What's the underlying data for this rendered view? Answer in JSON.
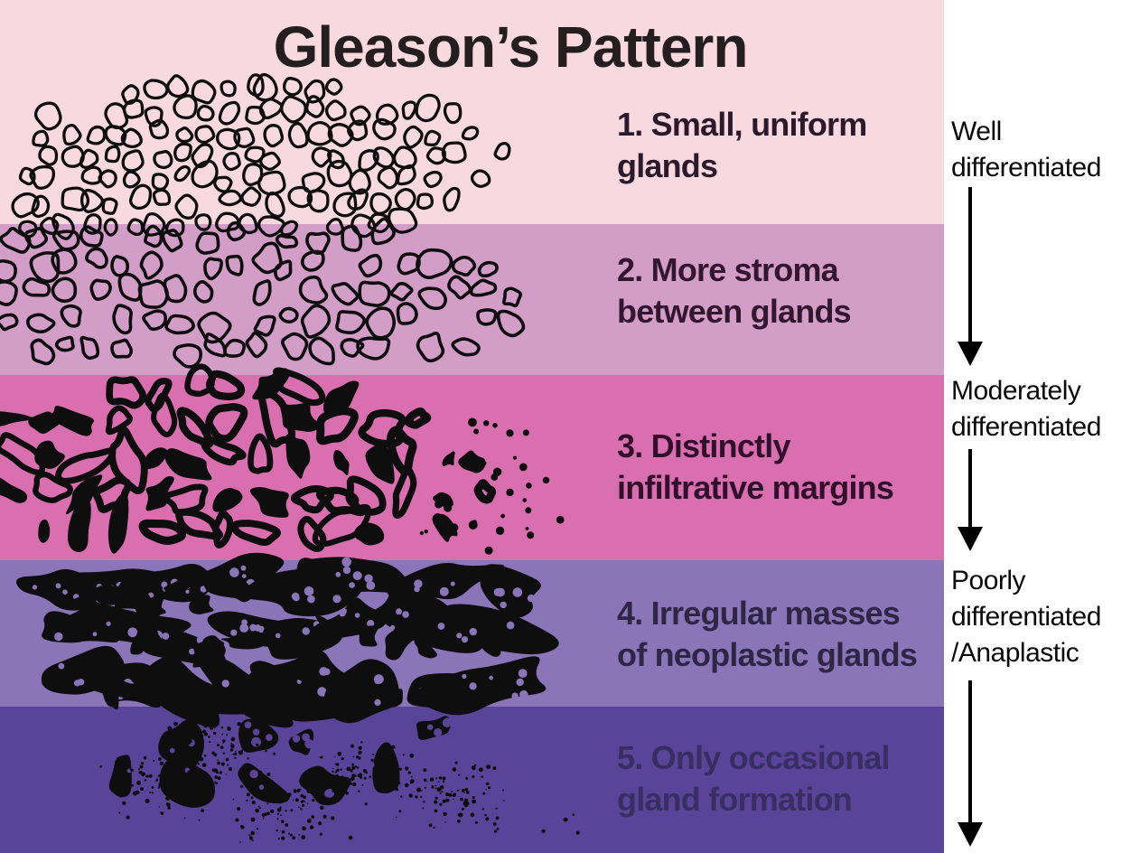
{
  "title": "Gleason’s Pattern",
  "patterns": [
    {
      "number": 1,
      "lines": [
        "1. Small, uniform",
        "glands"
      ],
      "band_color": "#f8d9e0",
      "text_color": "#2c1a2b"
    },
    {
      "number": 2,
      "lines": [
        "2. More stroma",
        "between glands"
      ],
      "band_color": "#d29dc7",
      "text_color": "#33162f"
    },
    {
      "number": 3,
      "lines": [
        "3. Distinctly",
        "infiltrative margins"
      ],
      "band_color": "#d96fae",
      "text_color": "#31102d"
    },
    {
      "number": 4,
      "lines": [
        "4. Irregular masses",
        "of neoplastic glands"
      ],
      "band_color": "#8a75b9",
      "text_color": "#2f2645"
    },
    {
      "number": 5,
      "lines": [
        "5. Only occasional",
        "gland formation"
      ],
      "band_color": "#5a4499",
      "text_color": "#392e62"
    }
  ],
  "differentiation_labels": [
    {
      "lines": [
        "Well",
        "differentiated"
      ]
    },
    {
      "lines": [
        "Moderately",
        "differentiated"
      ]
    },
    {
      "lines": [
        "Poorly",
        "differentiated",
        "/Anaplastic"
      ]
    }
  ],
  "icons": {
    "down_arrow": "css-triangle-down-arrow",
    "count": 3
  },
  "colors": {
    "title_text": "#241e21",
    "illustration_ink": "#0e0e0e",
    "right_panel_bg": "#ffffff",
    "differentiation_text": "#0a0a0a"
  }
}
